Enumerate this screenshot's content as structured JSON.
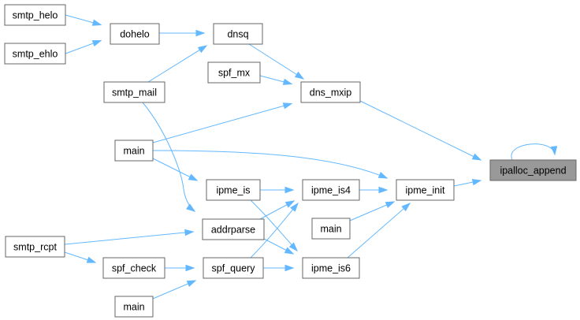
{
  "graph": {
    "title": "",
    "colors": {
      "edge": "#63b8ff",
      "node_border": "#666666",
      "node_fill": "#ffffff",
      "highlight_fill": "#999999",
      "text": "#000000"
    },
    "nodes": {
      "smtp_helo": "smtp_helo",
      "smtp_ehlo": "smtp_ehlo",
      "dohelo": "dohelo",
      "dnsq": "dnsq",
      "spf_mx": "spf_mx",
      "smtp_mail": "smtp_mail",
      "dns_mxip": "dns_mxip",
      "main_top": "main",
      "ipme_is": "ipme_is",
      "ipme_is4": "ipme_is4",
      "ipme_init": "ipme_init",
      "ipalloc_append": "ipalloc_append",
      "main_mid": "main",
      "addrparse": "addrparse",
      "smtp_rcpt": "smtp_rcpt",
      "spf_check": "spf_check",
      "spf_query": "spf_query",
      "ipme_is6": "ipme_is6",
      "main_bottom": "main"
    },
    "edges": [
      {
        "from": "smtp_helo",
        "to": "dohelo"
      },
      {
        "from": "smtp_ehlo",
        "to": "dohelo"
      },
      {
        "from": "dohelo",
        "to": "dnsq"
      },
      {
        "from": "smtp_mail",
        "to": "dnsq"
      },
      {
        "from": "dnsq",
        "to": "dns_mxip"
      },
      {
        "from": "spf_mx",
        "to": "dns_mxip"
      },
      {
        "from": "main_top",
        "to": "dns_mxip"
      },
      {
        "from": "dns_mxip",
        "to": "ipalloc_append"
      },
      {
        "from": "main_top",
        "to": "ipme_init"
      },
      {
        "from": "main_top",
        "to": "ipme_is"
      },
      {
        "from": "smtp_mail",
        "to": "addrparse"
      },
      {
        "from": "ipme_is",
        "to": "ipme_is4"
      },
      {
        "from": "ipme_is",
        "to": "ipme_is6"
      },
      {
        "from": "addrparse",
        "to": "ipme_is4"
      },
      {
        "from": "addrparse",
        "to": "ipme_is6"
      },
      {
        "from": "spf_query",
        "to": "ipme_is4"
      },
      {
        "from": "spf_query",
        "to": "ipme_is6"
      },
      {
        "from": "ipme_is4",
        "to": "ipme_init"
      },
      {
        "from": "main_mid",
        "to": "ipme_init"
      },
      {
        "from": "ipme_is6",
        "to": "ipme_init"
      },
      {
        "from": "ipme_init",
        "to": "ipalloc_append"
      },
      {
        "from": "ipalloc_append",
        "to": "ipalloc_append"
      },
      {
        "from": "smtp_rcpt",
        "to": "addrparse"
      },
      {
        "from": "smtp_rcpt",
        "to": "spf_check"
      },
      {
        "from": "spf_check",
        "to": "spf_query"
      },
      {
        "from": "main_bottom",
        "to": "spf_query"
      }
    ]
  }
}
